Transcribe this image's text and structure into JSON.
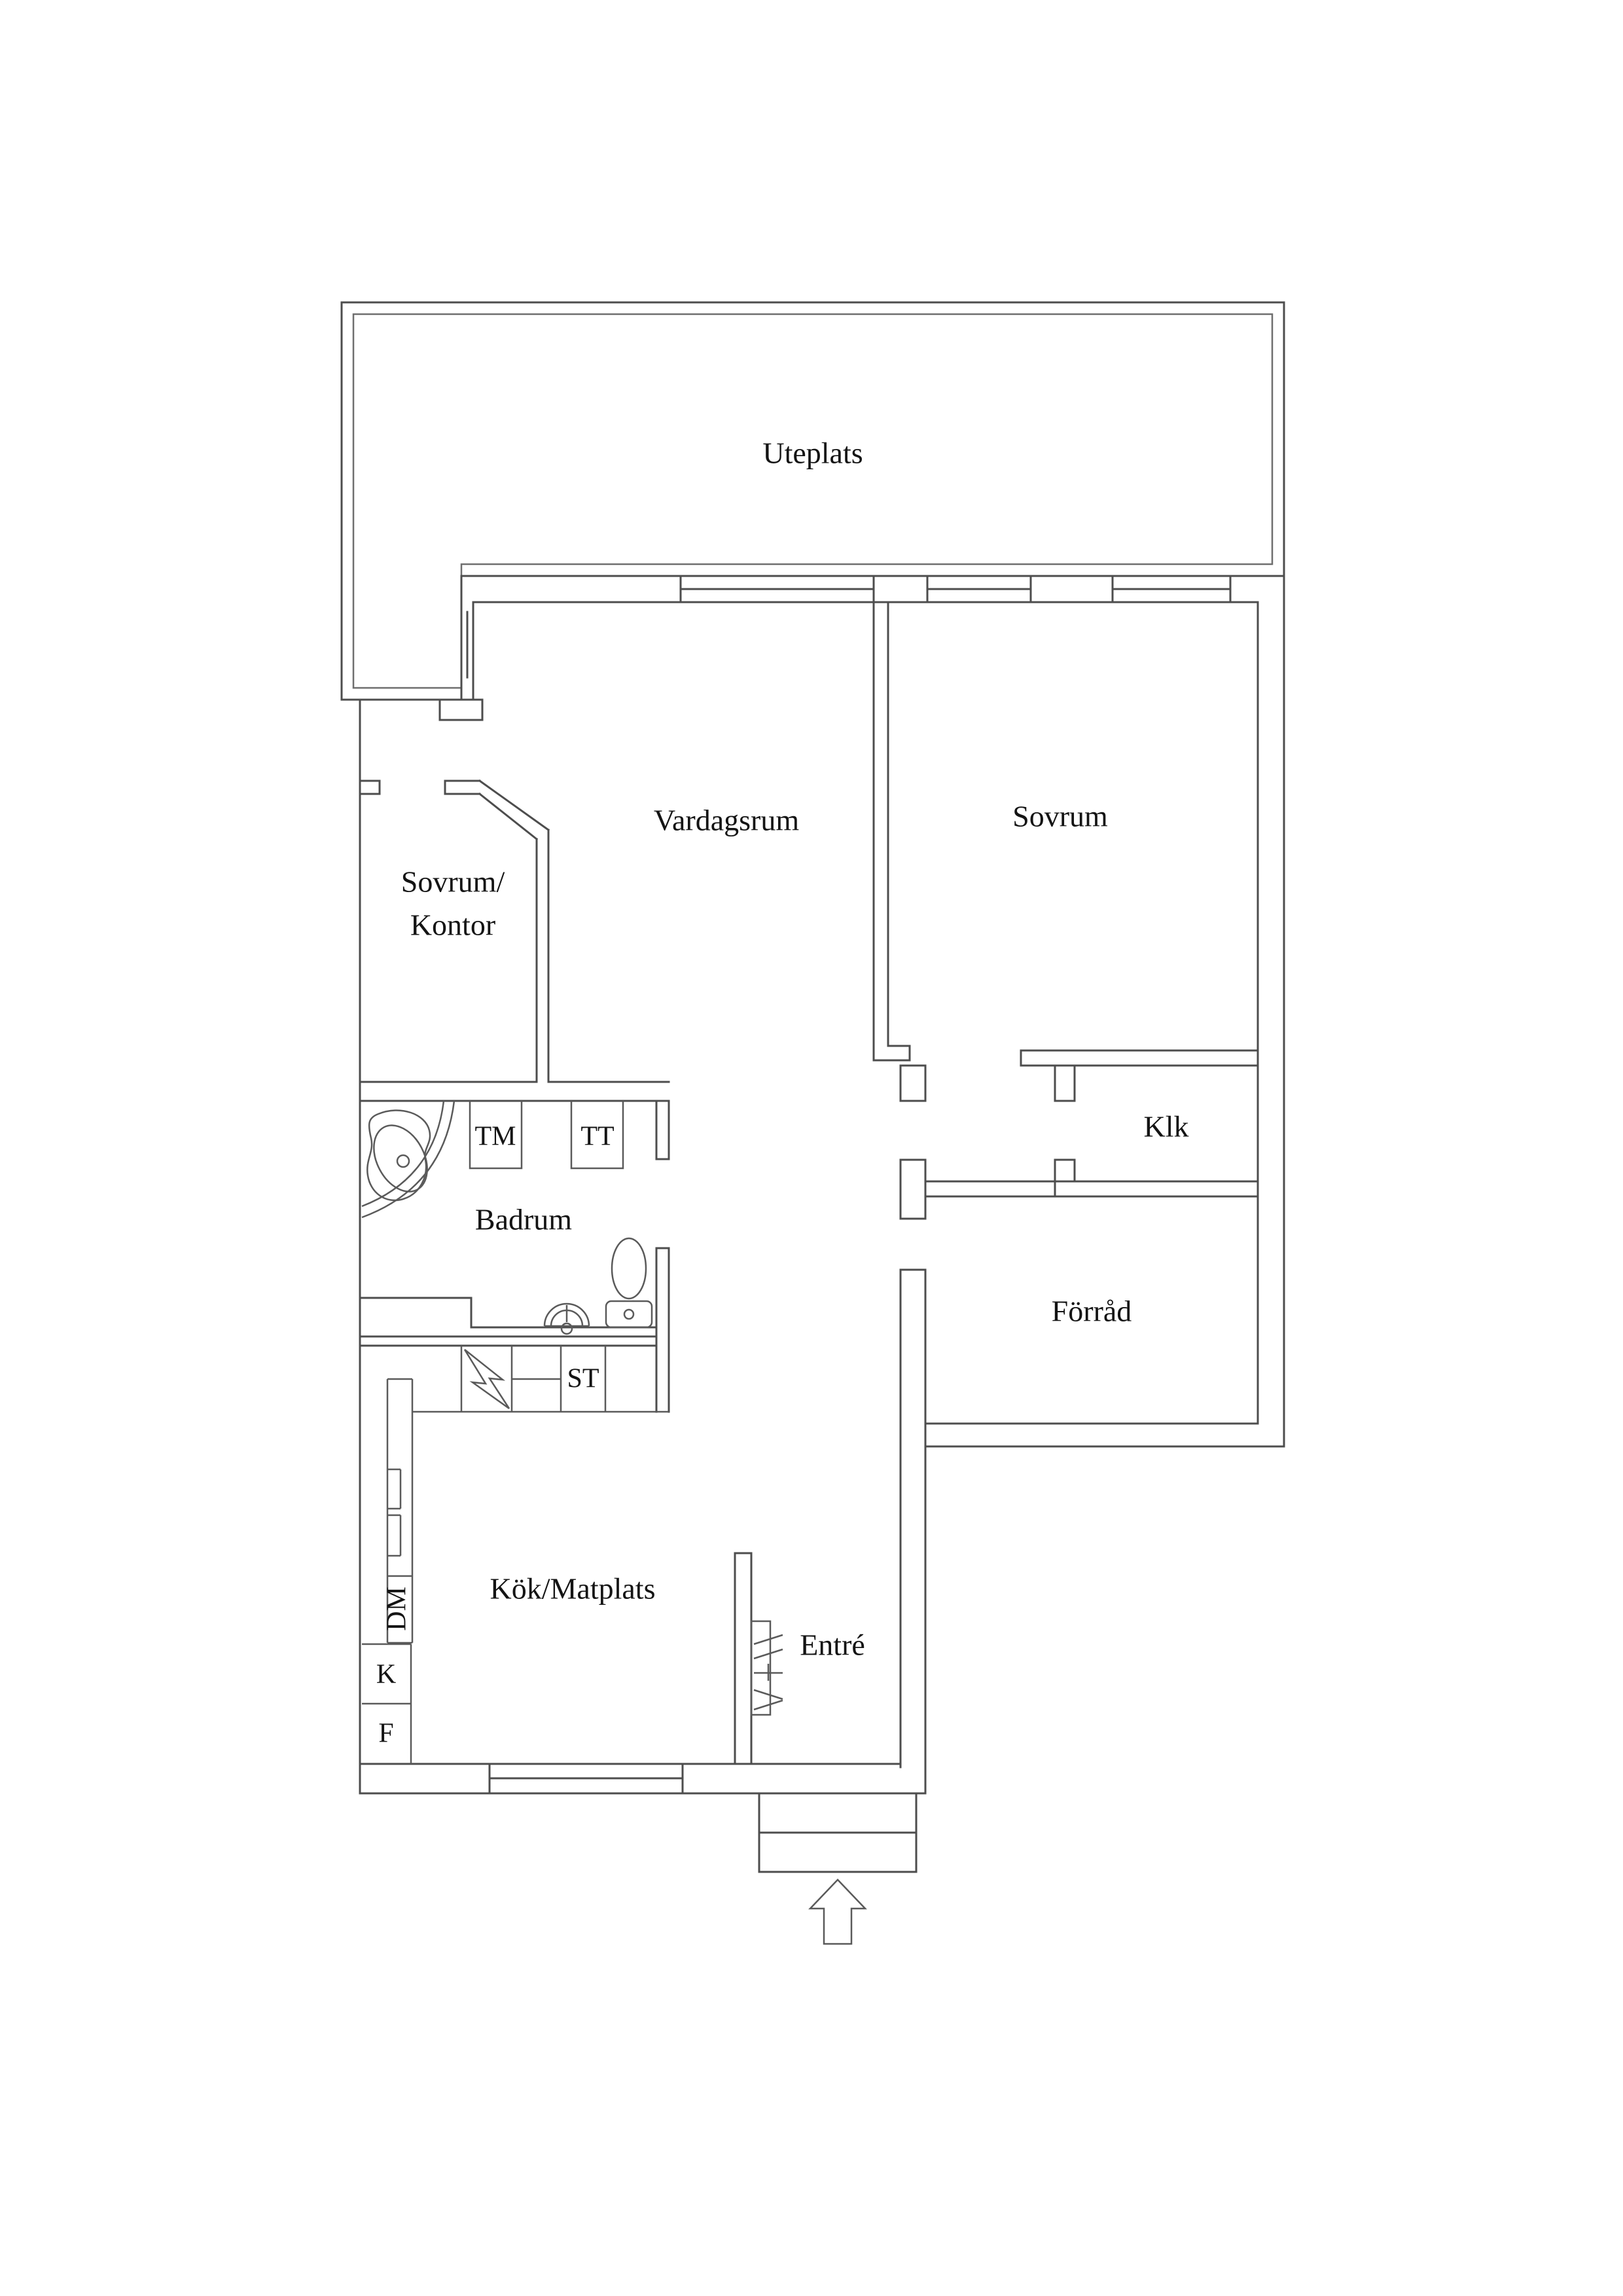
{
  "plan_title": "Apartment floor plan (Swedish)",
  "rooms": {
    "uteplats": "Uteplats",
    "vardagsrum": "Vardagsrum",
    "sovrum": "Sovrum",
    "sovrum_kontor_line1": "Sovrum/",
    "sovrum_kontor_line2": "Kontor",
    "badrum": "Badrum",
    "klk": "Klk",
    "forrad": "Förråd",
    "kok_matplats": "Kök/Matplats",
    "entre": "Entré"
  },
  "fixtures": {
    "tm": "TM",
    "tt": "TT",
    "st": "ST",
    "dm": "DM",
    "k": "K",
    "f": "F"
  },
  "icons": {
    "entry_arrow": "up-arrow",
    "front_door_hatch": "door-hatch",
    "bathtub": "corner-bathtub",
    "toilet": "toilet",
    "sink": "sink",
    "stove": "lightning-bolt"
  },
  "colors": {
    "background": "#ffffff",
    "walls": "#4d4d4d",
    "text": "#141414"
  }
}
